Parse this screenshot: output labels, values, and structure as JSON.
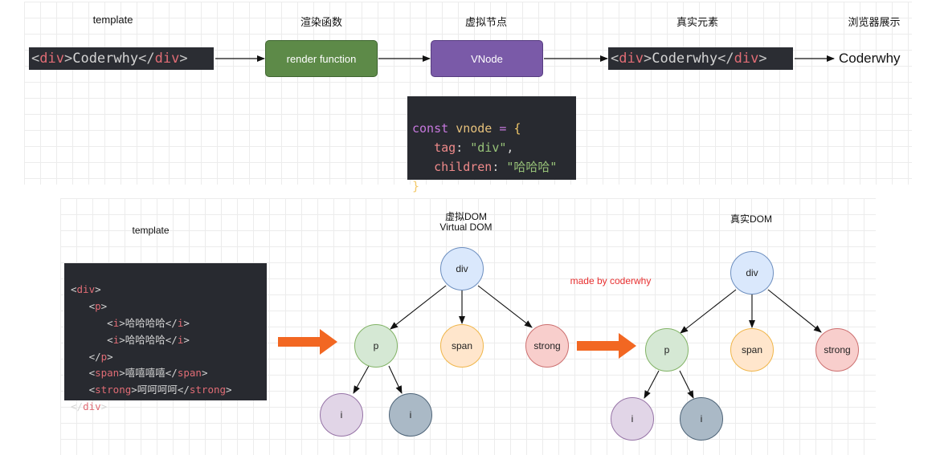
{
  "top": {
    "labels": {
      "template": "template",
      "render": "渲染函数",
      "vnode": "虚拟节点",
      "real": "真实元素",
      "browser": "浏览器展示"
    },
    "template_code": {
      "open_tag": "div",
      "text": "Coderwhy",
      "close_tag": "div"
    },
    "render_box": "render function",
    "vnode_box": "VNode",
    "real_code": {
      "open_tag": "div",
      "text": "Coderwhy",
      "close_tag": "div"
    },
    "browser_output": "Coderwhy",
    "vnode_code": {
      "keyword": "const",
      "var": "vnode",
      "eq": "=",
      "open": "{",
      "tag_key": "tag",
      "tag_val": "\"div\"",
      "children_key": "children",
      "children_val": "\"哈哈哈\"",
      "close": "}"
    }
  },
  "bottom": {
    "template_label": "template",
    "vdom_label_cn": "虚拟DOM",
    "vdom_label_en": "Virtual DOM",
    "real_label": "真实DOM",
    "watermark": "made by coderwhy",
    "code": {
      "div": "div",
      "p": "p",
      "i": "i",
      "i_text": "哈哈哈哈",
      "span": "span",
      "span_text": "嘻嘻嘻嘻",
      "strong": "strong",
      "strong_text": "呵呵呵呵"
    },
    "nodes": {
      "div": "div",
      "p": "p",
      "span": "span",
      "strong": "strong",
      "i1": "i",
      "i2": "i"
    }
  },
  "colors": {
    "render_box": "#5d8a48",
    "vnode_box": "#7a5aa8",
    "orange_arrow": "#f26722",
    "watermark": "#e83030"
  }
}
